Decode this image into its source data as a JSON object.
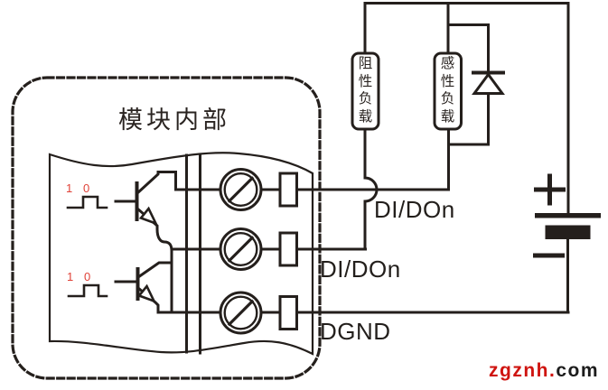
{
  "module": {
    "label": "模块内部"
  },
  "waveforms": {
    "w1": {
      "one": "1",
      "zero": "0"
    },
    "w2": {
      "one": "1",
      "zero": "0"
    }
  },
  "terminals": {
    "channel1": "DI/DOn",
    "channel2": "DI/DOn",
    "ground": "DGND"
  },
  "loads": {
    "resistive": "阻性负载",
    "inductive": "感性负载"
  },
  "battery": {
    "positive": "+",
    "negative": "−"
  },
  "watermark": {
    "site_red": "zgznh.",
    "site_black": "com"
  },
  "colors": {
    "line": "#241f1c",
    "red_accent": "#e04238",
    "watermark_red": "#cf1410",
    "watermark_black": "#1c1c1c"
  }
}
